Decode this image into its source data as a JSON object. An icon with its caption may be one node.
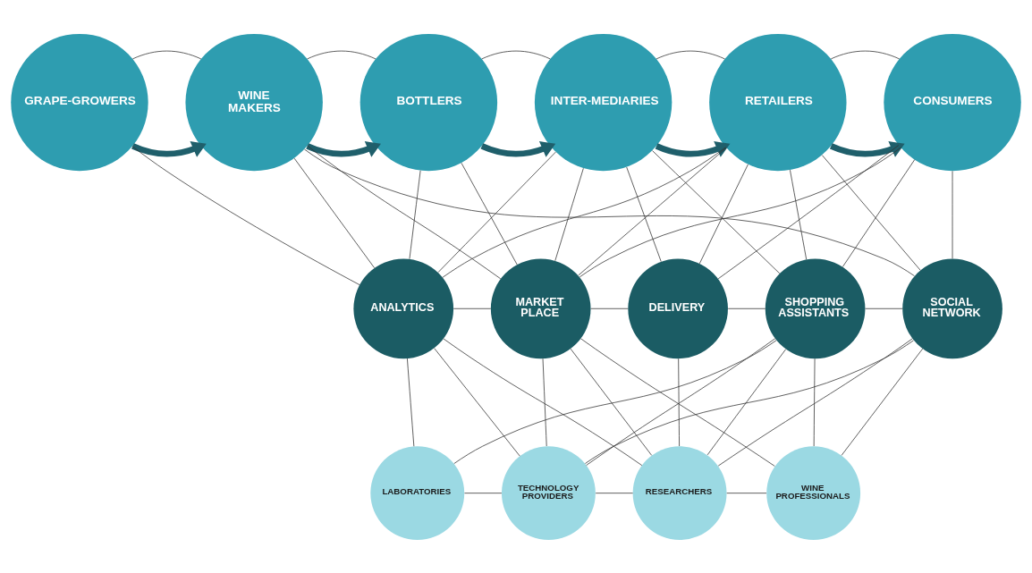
{
  "diagram": {
    "nodes": [
      {
        "text": [
          "GRAPE-GROWERS"
        ]
      },
      {
        "text": [
          "WINE MAKERS"
        ]
      },
      {
        "text": [
          "BOTTLERS"
        ]
      },
      {
        "text": [
          "INTER-MEDIARIES"
        ]
      },
      {
        "text": [
          "RETAILERS"
        ]
      },
      {
        "text": [
          "CONSUMERS"
        ]
      },
      {
        "text": [
          "ANALYTICS"
        ]
      },
      {
        "text": [
          "MARKET PLACE"
        ]
      },
      {
        "text": [
          "DELIVERY"
        ]
      },
      {
        "text": [
          "SHOPPING ASSISTANTS"
        ]
      },
      {
        "text": [
          "SOCIAL NETWORK"
        ]
      },
      {
        "text": [
          "LABORATORIES"
        ]
      },
      {
        "text": [
          "TECHNOLOGY PROVIDERS"
        ]
      },
      {
        "text": [
          "RESEARCHERS"
        ]
      },
      {
        "text": [
          "WINE PROFESSIONALS"
        ]
      }
    ],
    "edges": [
      {
        "from": 0,
        "to": 1,
        "arrow": "to",
        "style": "thick",
        "color": "#1f5f6b"
      },
      {
        "from": 1,
        "to": 2,
        "arrow": "to",
        "style": "thick",
        "color": "#1f5f6b"
      },
      {
        "from": 2,
        "to": 3,
        "arrow": "to",
        "style": "thick",
        "color": "#1f5f6b"
      },
      {
        "from": 3,
        "to": 4,
        "arrow": "to",
        "style": "thick",
        "color": "#1f5f6b"
      },
      {
        "from": 4,
        "to": 5,
        "arrow": "to",
        "style": "thick",
        "color": "#1f5f6b"
      },
      {
        "from": 0,
        "to": 1,
        "arrow": "none"
      },
      {
        "from": 1,
        "to": 2,
        "arrow": "none"
      },
      {
        "from": 2,
        "to": 3,
        "arrow": "none"
      },
      {
        "from": 3,
        "to": 4,
        "arrow": "none"
      },
      {
        "from": 4,
        "to": 5,
        "arrow": "none"
      },
      {
        "from": 0,
        "to": 6,
        "arrow": "none"
      },
      {
        "from": 1,
        "to": 6,
        "arrow": "none"
      },
      {
        "from": 1,
        "to": 7,
        "arrow": "none"
      },
      {
        "from": 1,
        "to": 10,
        "arrow": "none"
      },
      {
        "from": 2,
        "to": 6,
        "arrow": "none"
      },
      {
        "from": 2,
        "to": 7,
        "arrow": "none"
      },
      {
        "from": 3,
        "to": 6,
        "arrow": "none"
      },
      {
        "from": 3,
        "to": 7,
        "arrow": "none"
      },
      {
        "from": 3,
        "to": 8,
        "arrow": "none"
      },
      {
        "from": 3,
        "to": 9,
        "arrow": "none"
      },
      {
        "from": 4,
        "to": 6,
        "arrow": "none"
      },
      {
        "from": 4,
        "to": 7,
        "arrow": "none"
      },
      {
        "from": 4,
        "to": 8,
        "arrow": "none"
      },
      {
        "from": 4,
        "to": 9,
        "arrow": "none"
      },
      {
        "from": 4,
        "to": 10,
        "arrow": "none"
      },
      {
        "from": 5,
        "to": 7,
        "arrow": "none"
      },
      {
        "from": 5,
        "to": 8,
        "arrow": "none"
      },
      {
        "from": 5,
        "to": 9,
        "arrow": "none"
      },
      {
        "from": 5,
        "to": 10,
        "arrow": "none"
      },
      {
        "from": 6,
        "to": 7,
        "arrow": "none"
      },
      {
        "from": 7,
        "to": 8,
        "arrow": "none"
      },
      {
        "from": 8,
        "to": 9,
        "arrow": "none"
      },
      {
        "from": 9,
        "to": 10,
        "arrow": "none"
      },
      {
        "from": 6,
        "to": 11,
        "arrow": "none"
      },
      {
        "from": 6,
        "to": 12,
        "arrow": "none"
      },
      {
        "from": 6,
        "to": 13,
        "arrow": "none"
      },
      {
        "from": 7,
        "to": 12,
        "arrow": "none"
      },
      {
        "from": 7,
        "to": 13,
        "arrow": "none"
      },
      {
        "from": 7,
        "to": 14,
        "arrow": "none"
      },
      {
        "from": 8,
        "to": 13,
        "arrow": "none"
      },
      {
        "from": 9,
        "to": 11,
        "arrow": "none"
      },
      {
        "from": 9,
        "to": 12,
        "arrow": "none"
      },
      {
        "from": 9,
        "to": 13,
        "arrow": "none"
      },
      {
        "from": 9,
        "to": 14,
        "arrow": "none"
      },
      {
        "from": 10,
        "to": 12,
        "arrow": "none"
      },
      {
        "from": 10,
        "to": 13,
        "arrow": "none"
      },
      {
        "from": 10,
        "to": 14,
        "arrow": "none"
      },
      {
        "from": 11,
        "to": 12,
        "arrow": "none"
      },
      {
        "from": 12,
        "to": 13,
        "arrow": "none"
      },
      {
        "from": 13,
        "to": 14,
        "arrow": "none"
      }
    ]
  }
}
